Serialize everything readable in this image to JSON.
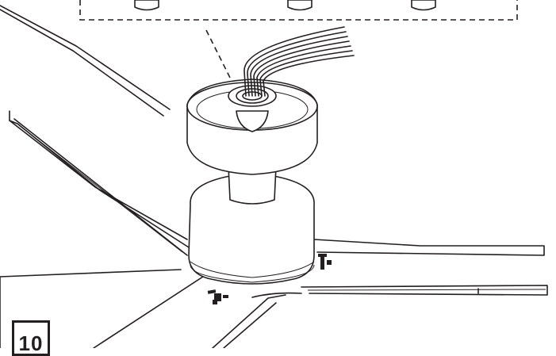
{
  "step": {
    "number": "10"
  },
  "colors": {
    "line": "#231f20",
    "background": "#ffffff"
  },
  "components": [
    "ceiling-bracket-connectors",
    "wire-bundle",
    "canopy",
    "downrod-adapter",
    "motor-housing",
    "blade-1",
    "blade-2",
    "blade-3",
    "blade-screws"
  ]
}
